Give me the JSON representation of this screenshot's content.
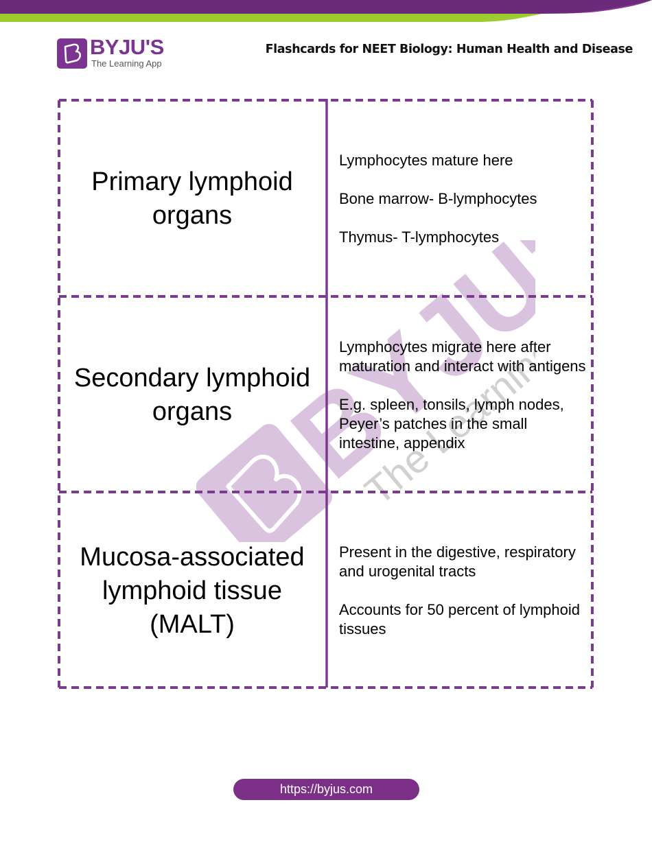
{
  "header": {
    "logo": {
      "wordmark": "BYJU'S",
      "tagline": "The Learning App",
      "icon": "byjus-b-logo-icon"
    },
    "title": "Flashcards for NEET Biology: Human Health and Disease"
  },
  "colors": {
    "brand_purple": "#7b3490",
    "banner_purple": "#6e2a7a",
    "banner_green": "#9ccc2e",
    "border_purple": "#7b3a8f",
    "watermark_lavender": "#d9c3de",
    "text": "#000000"
  },
  "watermark": {
    "wordmark": "BYJU'S",
    "tagline": "The Learning App"
  },
  "cards": [
    {
      "term": "Primary lymphoid organs",
      "definition": [
        "Lymphocytes mature here",
        "Bone marrow- B-lymphocytes",
        "Thymus- T-lymphocytes"
      ]
    },
    {
      "term": "Secondary lymphoid organs",
      "definition": [
        "Lymphocytes migrate here after maturation and interact with antigens",
        "E.g. spleen, tonsils, lymph nodes, Peyer’s patches in the small intestine, appendix"
      ]
    },
    {
      "term": "Mucosa-associated lymphoid tissue (MALT)",
      "definition": [
        "Present in the digestive, respiratory and urogenital tracts",
        "Accounts for 50 percent of lymphoid tissues"
      ]
    }
  ],
  "footer": {
    "url": "https://byjus.com"
  }
}
